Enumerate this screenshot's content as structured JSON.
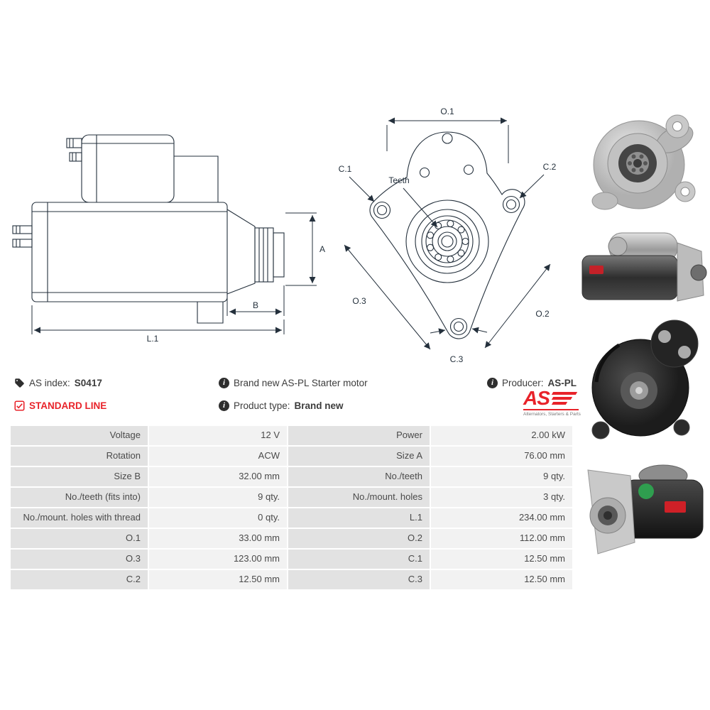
{
  "colors": {
    "accent_red": "#e8232a",
    "drawing_line": "#24303c",
    "table_label_bg": "#e2e2e2",
    "table_value_bg": "#f2f2f2",
    "text": "#3c3c3c"
  },
  "info": {
    "as_index_label": "AS index:",
    "as_index_value": "S0417",
    "brand_description": "Brand new AS-PL Starter motor",
    "producer_label": "Producer:",
    "producer_value": "AS-PL",
    "standard_line": "STANDARD LINE",
    "product_type_label": "Product type:",
    "product_type_value": "Brand new",
    "logo_text": "AS",
    "logo_subtext": "Alternators, Starters & Parts"
  },
  "diagram_labels": {
    "side": {
      "a": "A",
      "b": "B",
      "l1": "L.1"
    },
    "front": {
      "o1": "O.1",
      "c1": "C.1",
      "c2": "C.2",
      "c3": "C.3",
      "o2": "O.2",
      "o3": "O.3",
      "teeth": "Teeth"
    }
  },
  "spec_table": {
    "rows": [
      {
        "label1": "Voltage",
        "value1": "12 V",
        "label2": "Power",
        "value2": "2.00 kW"
      },
      {
        "label1": "Rotation",
        "value1": "ACW",
        "label2": "Size A",
        "value2": "76.00 mm"
      },
      {
        "label1": "Size B",
        "value1": "32.00 mm",
        "label2": "No./teeth",
        "value2": "9 qty."
      },
      {
        "label1": "No./teeth (fits into)",
        "value1": "9 qty.",
        "label2": "No./mount. holes",
        "value2": "3 qty."
      },
      {
        "label1": "No./mount. holes with thread",
        "value1": "0 qty.",
        "label2": "L.1",
        "value2": "234.00 mm"
      },
      {
        "label1": "O.1",
        "value1": "33.00 mm",
        "label2": "O.2",
        "value2": "112.00 mm"
      },
      {
        "label1": "O.3",
        "value1": "123.00 mm",
        "label2": "C.1",
        "value2": "12.50 mm"
      },
      {
        "label1": "C.2",
        "value1": "12.50 mm",
        "label2": "C.3",
        "value2": "12.50 mm"
      }
    ]
  }
}
